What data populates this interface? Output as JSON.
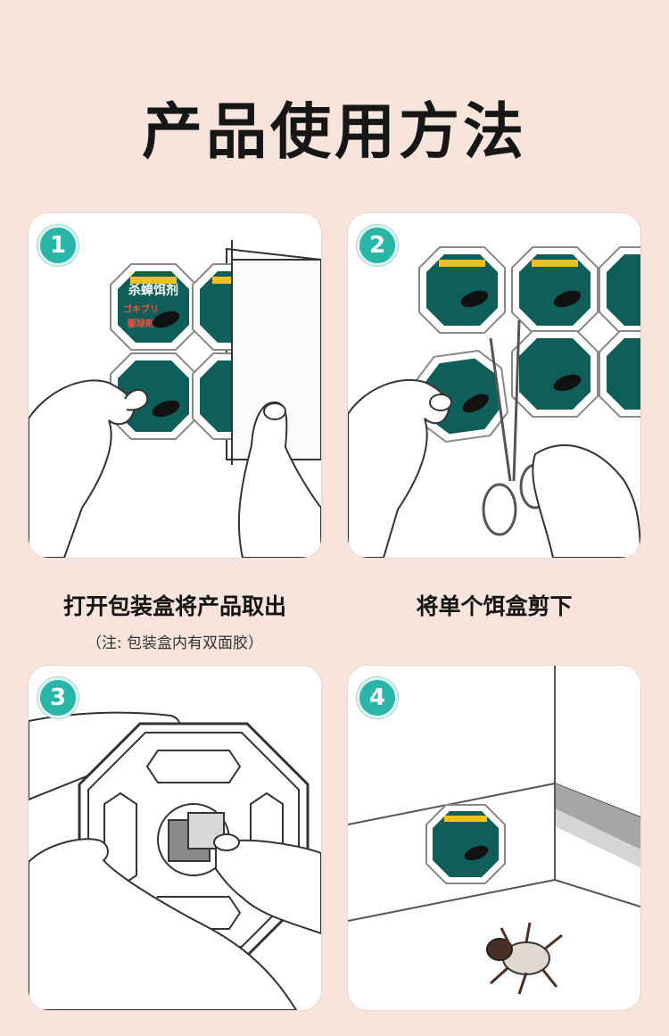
{
  "page": {
    "title": "产品使用方法"
  },
  "product_label": {
    "top": "ゴキブリ駆除剤",
    "main": "杀蟑饵剂",
    "katakana": "ゴキブリ",
    "sub": "駆除剤"
  },
  "steps": [
    {
      "number": "1",
      "caption": "打开包装盒将产品取出",
      "note": "（注: 包装盒内有双面胶）"
    },
    {
      "number": "2",
      "caption": "将单个饵盒剪下"
    },
    {
      "number": "3"
    },
    {
      "number": "4"
    }
  ],
  "colors": {
    "badge": "#2ab5a9",
    "background": "#f7e4dc",
    "label_teal": "#0f5e5a"
  }
}
